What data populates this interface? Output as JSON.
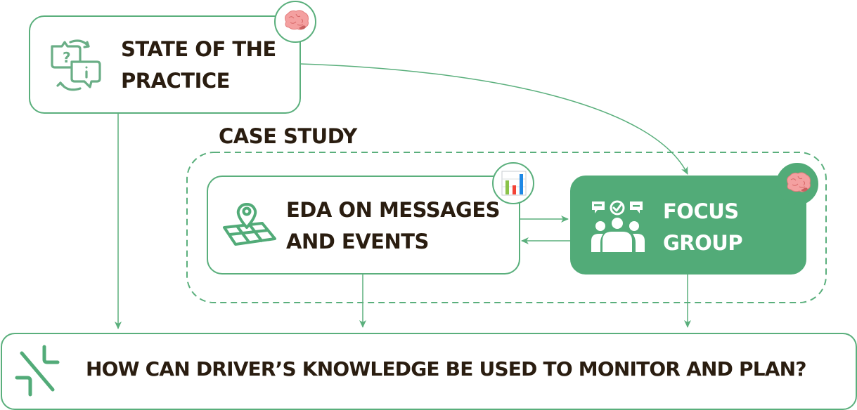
{
  "diagram": {
    "colors": {
      "accent": "#52ab78",
      "stroke": "#5aaf7c",
      "text": "#2a1d10",
      "brain": "#f08a8a"
    },
    "nodes": {
      "state_of_practice": {
        "label_line1": "STATE OF THE",
        "label_line2": "PRACTICE",
        "icon": "chat-question-info-icon",
        "badge": "brain-icon"
      },
      "case_study": {
        "title": "CASE STUDY"
      },
      "eda": {
        "label_line1": "EDA ON MESSAGES",
        "label_line2": "AND EVENTS",
        "icon": "map-pin-icon",
        "badge": "bar-chart-icon"
      },
      "focus_group": {
        "label_line1": "FOCUS",
        "label_line2": "GROUP",
        "icon": "group-discussion-icon",
        "badge": "brain-icon"
      },
      "research_question": {
        "label": "HOW CAN DRIVER’S KNOWLEDGE BE USED TO MONITOR AND PLAN?",
        "icon": "split-arrows-icon"
      }
    },
    "edges": [
      {
        "from": "state_of_practice",
        "to": "focus_group"
      },
      {
        "from": "state_of_practice",
        "to": "research_question"
      },
      {
        "from": "eda",
        "to": "focus_group"
      },
      {
        "from": "focus_group",
        "to": "eda"
      },
      {
        "from": "eda",
        "to": "research_question"
      },
      {
        "from": "focus_group",
        "to": "research_question"
      }
    ]
  }
}
